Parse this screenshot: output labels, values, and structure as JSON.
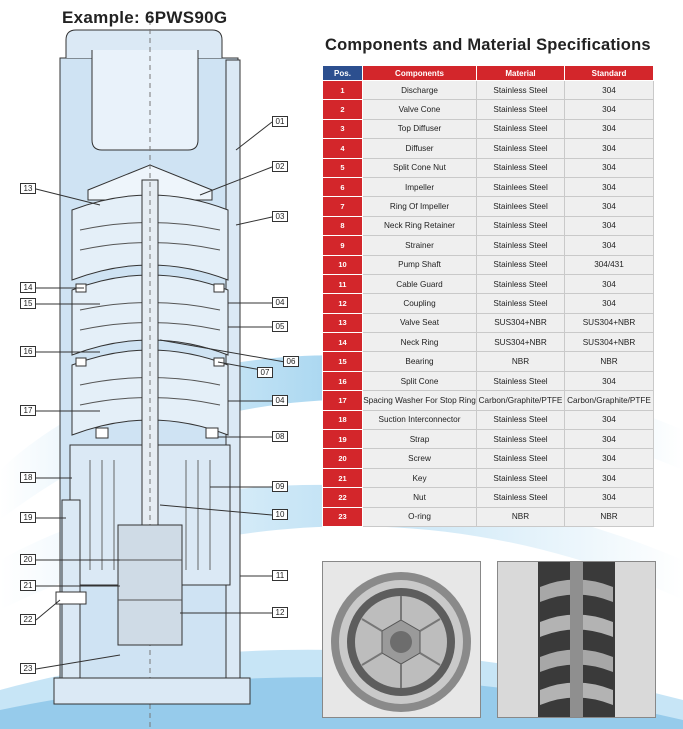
{
  "example_title": "Example: 6PWS90G",
  "section_title": "Components and Material Specifications",
  "table": {
    "headers": [
      "Pos.",
      "Components",
      "Material",
      "Standard"
    ],
    "rows": [
      {
        "pos": "1",
        "component": "Discharge",
        "material": "Stainless Steel",
        "standard": "304"
      },
      {
        "pos": "2",
        "component": "Valve Cone",
        "material": "Stainless Steel",
        "standard": "304"
      },
      {
        "pos": "3",
        "component": "Top Diffuser",
        "material": "Stainless Steel",
        "standard": "304"
      },
      {
        "pos": "4",
        "component": "Diffuser",
        "material": "Stainless Steel",
        "standard": "304"
      },
      {
        "pos": "5",
        "component": "Split Cone Nut",
        "material": "Stainless Steel",
        "standard": "304"
      },
      {
        "pos": "6",
        "component": "Impeller",
        "material": "Stainlees Steel",
        "standard": "304"
      },
      {
        "pos": "7",
        "component": "Ring Of Impeller",
        "material": "Stainlees Steel",
        "standard": "304"
      },
      {
        "pos": "8",
        "component": "Neck Ring Retainer",
        "material": "Stainless Steel",
        "standard": "304"
      },
      {
        "pos": "9",
        "component": "Strainer",
        "material": "Stainless Steel",
        "standard": "304"
      },
      {
        "pos": "10",
        "component": "Pump Shaft",
        "material": "Stainless Steel",
        "standard": "304/431"
      },
      {
        "pos": "11",
        "component": "Cable Guard",
        "material": "Stainless Steel",
        "standard": "304"
      },
      {
        "pos": "12",
        "component": "Coupling",
        "material": "Stainless Steel",
        "standard": "304"
      },
      {
        "pos": "13",
        "component": "Valve Seat",
        "material": "SUS304+NBR",
        "standard": "SUS304+NBR"
      },
      {
        "pos": "14",
        "component": "Neck Ring",
        "material": "SUS304+NBR",
        "standard": "SUS304+NBR"
      },
      {
        "pos": "15",
        "component": "Bearing",
        "material": "NBR",
        "standard": "NBR"
      },
      {
        "pos": "16",
        "component": "Split Cone",
        "material": "Stainless Steel",
        "standard": "304"
      },
      {
        "pos": "17",
        "component": "Spacing Washer For Stop Ring",
        "material": "Carbon/Graphite/PTFE",
        "standard": "Carbon/Graphite/PTFE"
      },
      {
        "pos": "18",
        "component": "Suction Interconnector",
        "material": "Stainless Steel",
        "standard": "304"
      },
      {
        "pos": "19",
        "component": "Strap",
        "material": "Stainless Steel",
        "standard": "304"
      },
      {
        "pos": "20",
        "component": "Screw",
        "material": "Stainless Steel",
        "standard": "304"
      },
      {
        "pos": "21",
        "component": "Key",
        "material": "Stainless Steel",
        "standard": "304"
      },
      {
        "pos": "22",
        "component": "Nut",
        "material": "Stainless Steel",
        "standard": "304"
      },
      {
        "pos": "23",
        "component": "O-ring",
        "material": "NBR",
        "standard": "NBR"
      }
    ]
  },
  "drawing_labels": [
    "01",
    "02",
    "03",
    "04",
    "05",
    "06",
    "07",
    "04",
    "08",
    "09",
    "10",
    "11",
    "12",
    "13",
    "14",
    "15",
    "16",
    "17",
    "18",
    "19",
    "20",
    "21",
    "22",
    "23"
  ],
  "colors": {
    "header_blue": "#2c4f8f",
    "header_red": "#d3262b",
    "row_gray": "#efefef",
    "drawing_blue": "#cfe3f3"
  }
}
